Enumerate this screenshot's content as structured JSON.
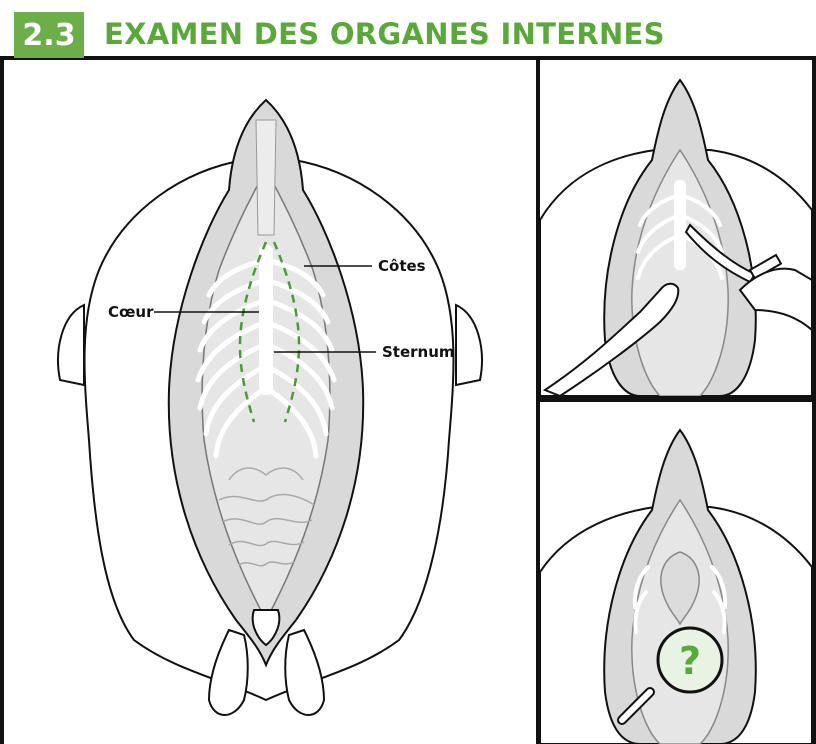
{
  "header": {
    "section_number": "2.3",
    "title": "EXAMEN DES ORGANES INTERNES"
  },
  "main_panel": {
    "labels": {
      "ribs": "Côtes",
      "heart": "Cœur",
      "sternum": "Sternum"
    }
  },
  "bottom_right_panel": {
    "magnifier_symbol": "?"
  },
  "colors": {
    "accent_green": "#5aa83a",
    "badge_green": "#6cae4a",
    "carcass_gray": "#d9d9d9",
    "outline": "#111111"
  },
  "icons": [
    "magnifier-icon",
    "knife-icon",
    "hand-icon"
  ]
}
